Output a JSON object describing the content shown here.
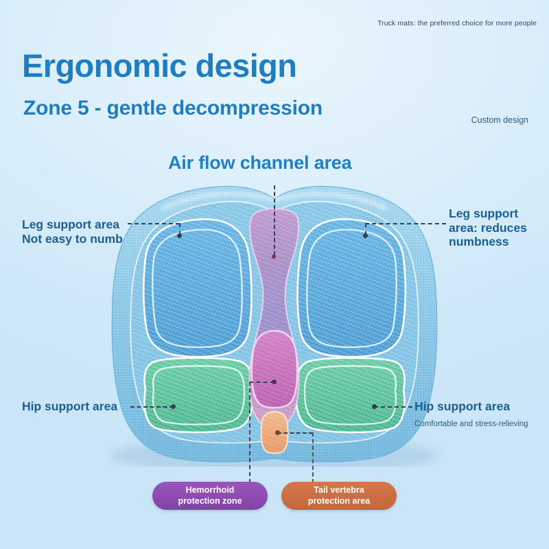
{
  "header": {
    "tagline": "Truck mats: the preferred choice for more people",
    "title": "Ergonomic design",
    "subtitle": "Zone 5 - gentle decompression",
    "custom_design": "Custom design"
  },
  "diagram": {
    "center_title": "Air flow channel area",
    "labels": {
      "leg_left": "Leg support area\nNot easy to numb",
      "leg_right": "Leg support\narea: reduces\nnumbness",
      "hip_left": "Hip support area",
      "hip_right": "Hip support area",
      "hip_right_sub": "Comfortable and stress-relieving"
    },
    "badges": {
      "hemorrhoid": "Hemorrhoid\nprotection zone",
      "tail_vertebra": "Tail vertebra\nprotection area"
    },
    "colors": {
      "background": "#d4eaf8",
      "heading": "#1f7dc0",
      "label": "#1b5e92",
      "leg_zone": "#5cabdf",
      "hip_zone": "#5ec49f",
      "channel_upper": "#b48cc4",
      "channel_mid": "#c774bd",
      "channel_lower": "#eeaa80",
      "cushion_body": "#8fcbe9",
      "badge_hemorrhoid": "#8e4fb0",
      "badge_tail": "#cc7044",
      "leader_line": "#2f4257"
    }
  }
}
